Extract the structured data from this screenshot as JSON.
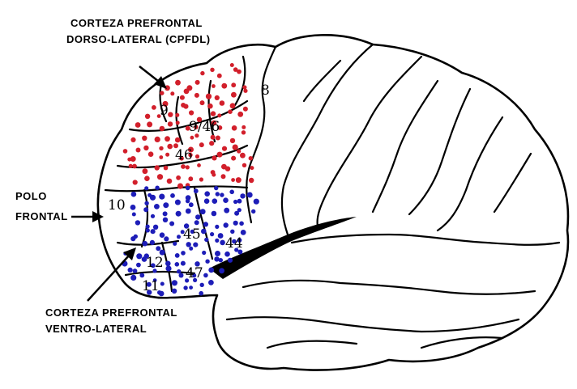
{
  "labels": {
    "dlpfc_line1": "CORTEZA  PREFRONTAL",
    "dlpfc_line2": "DORSO-LATERAL (CPFDL)",
    "polo_line1": "POLO",
    "polo_line2": "FRONTAL",
    "vlpfc_line1": "CORTEZA PREFRONTAL",
    "vlpfc_line2": "VENTRO-LATERAL"
  },
  "areas": {
    "a8": "8",
    "a9": "9",
    "a9_46": "9/46",
    "a46": "46",
    "a10": "10",
    "a45": "45",
    "a44": "44",
    "a12": "12",
    "a47": "47",
    "a11": "11"
  },
  "colors": {
    "dorsolateral_dots": "#d21f2b",
    "ventrolateral_dots": "#1d1db8",
    "outline": "#000000",
    "background": "#ffffff"
  }
}
